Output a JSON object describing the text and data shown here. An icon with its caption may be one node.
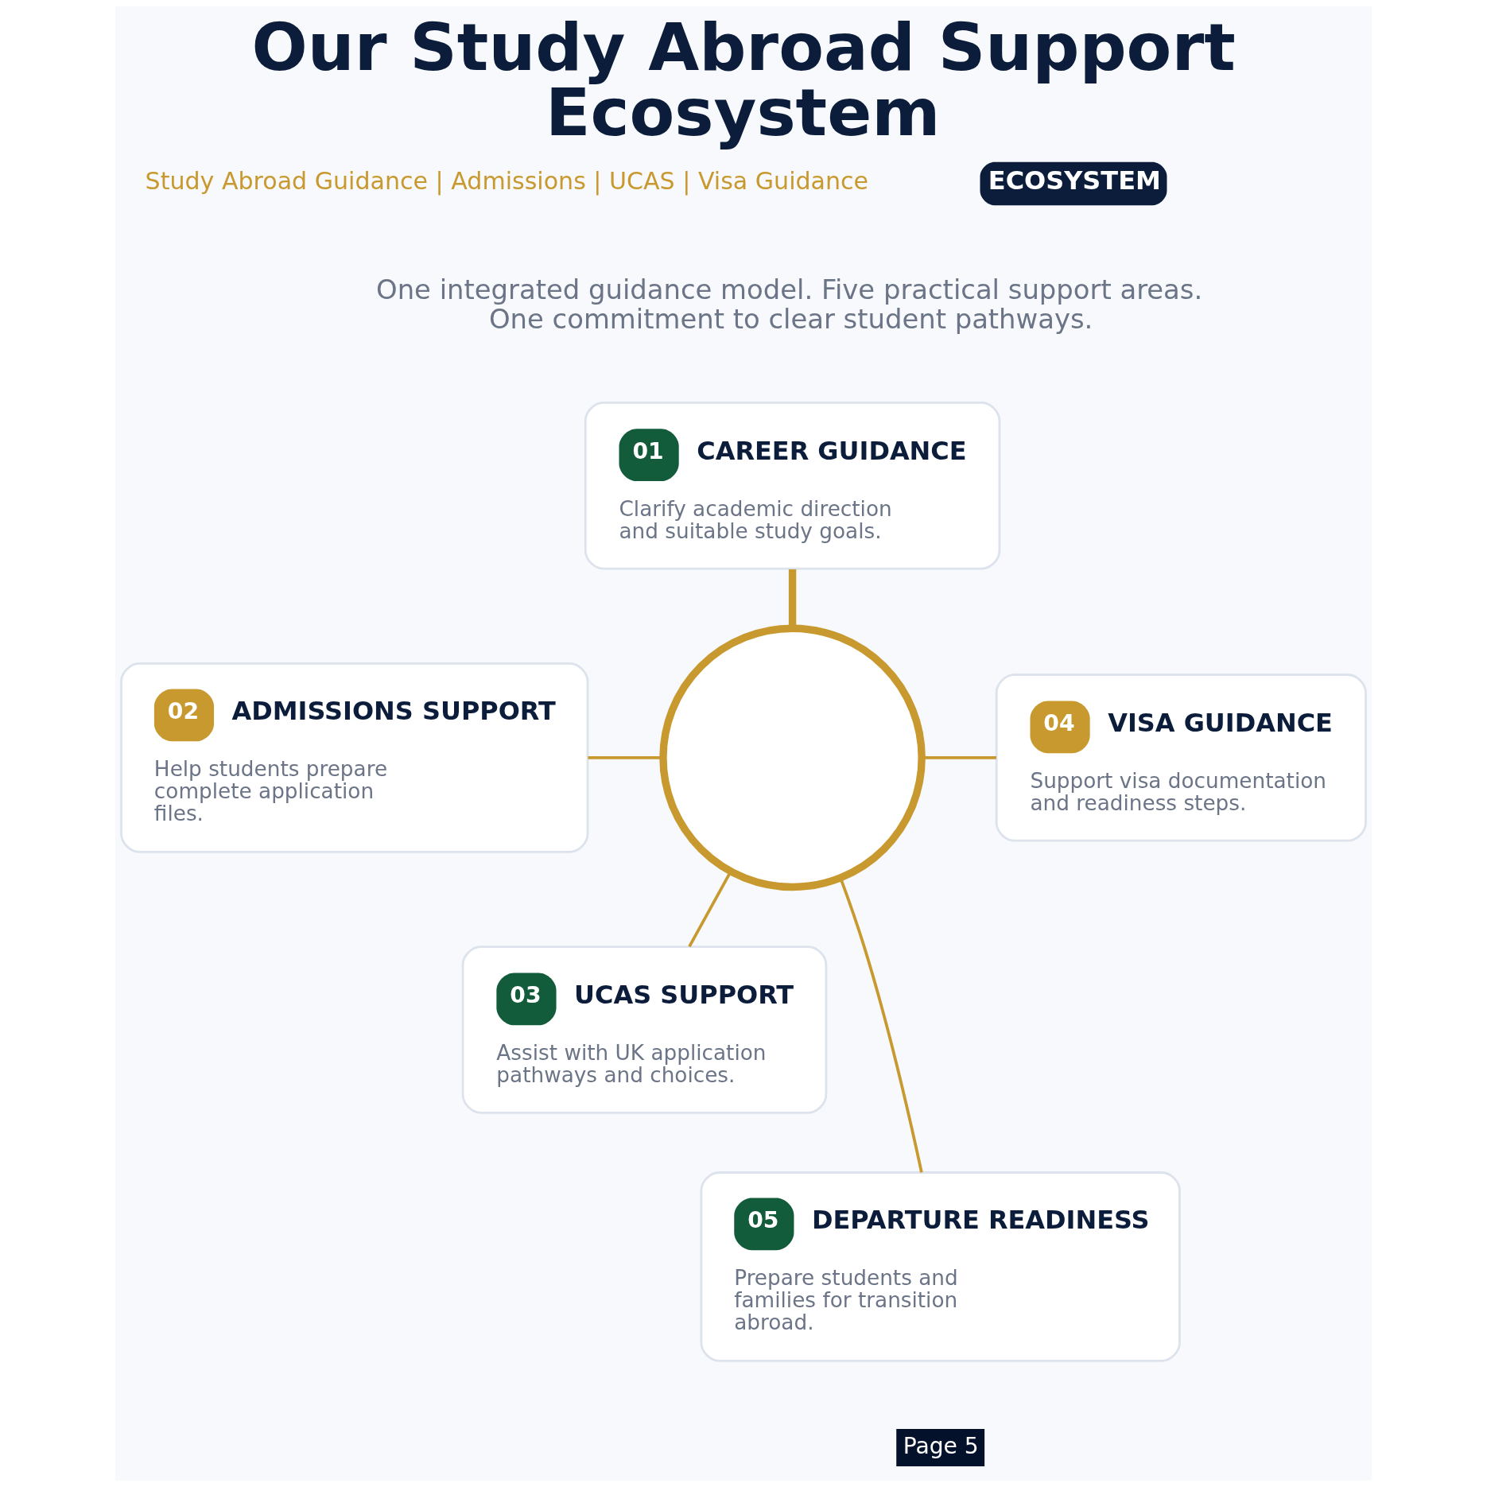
{
  "diagram": {
    "title": "Our Study Abroad Support Ecosystem",
    "nodes": [
      {
        "text": [
          "01",
          "CAREER GUIDANCE",
          "Clarify academic direction and suitable study goals."
        ]
      },
      {
        "text": [
          "02",
          "ADMISSIONS SUPPORT",
          "Help students prepare complete application files."
        ]
      },
      {
        "text": [],
        "shape": "circle"
      },
      {
        "text": [
          "04",
          "VISA GUIDANCE",
          "Support visa documentation and readiness steps."
        ]
      },
      {
        "text": [
          "03",
          "UCAS SUPPORT",
          "Assist with UK application pathways and choices."
        ]
      },
      {
        "text": [
          "05",
          "DEPARTURE READINESS",
          "Prepare students and families for transition abroad."
        ]
      }
    ],
    "edges": [
      {
        "from": 0,
        "to": 2,
        "arrow": "none",
        "style": "thick"
      },
      {
        "from": 1,
        "to": 2,
        "arrow": "none"
      },
      {
        "from": 2,
        "to": 3,
        "arrow": "none"
      },
      {
        "from": 2,
        "to": 4,
        "arrow": "none"
      },
      {
        "from": 2,
        "to": 5,
        "arrow": "none"
      }
    ],
    "labels": [
      "Study Abroad Guidance | Admissions | UCAS | Visa Guidance",
      "ECOSYSTEM",
      "One integrated guidance model. Five practical support areas. One commitment to clear student pathways.",
      "Page 5"
    ]
  }
}
